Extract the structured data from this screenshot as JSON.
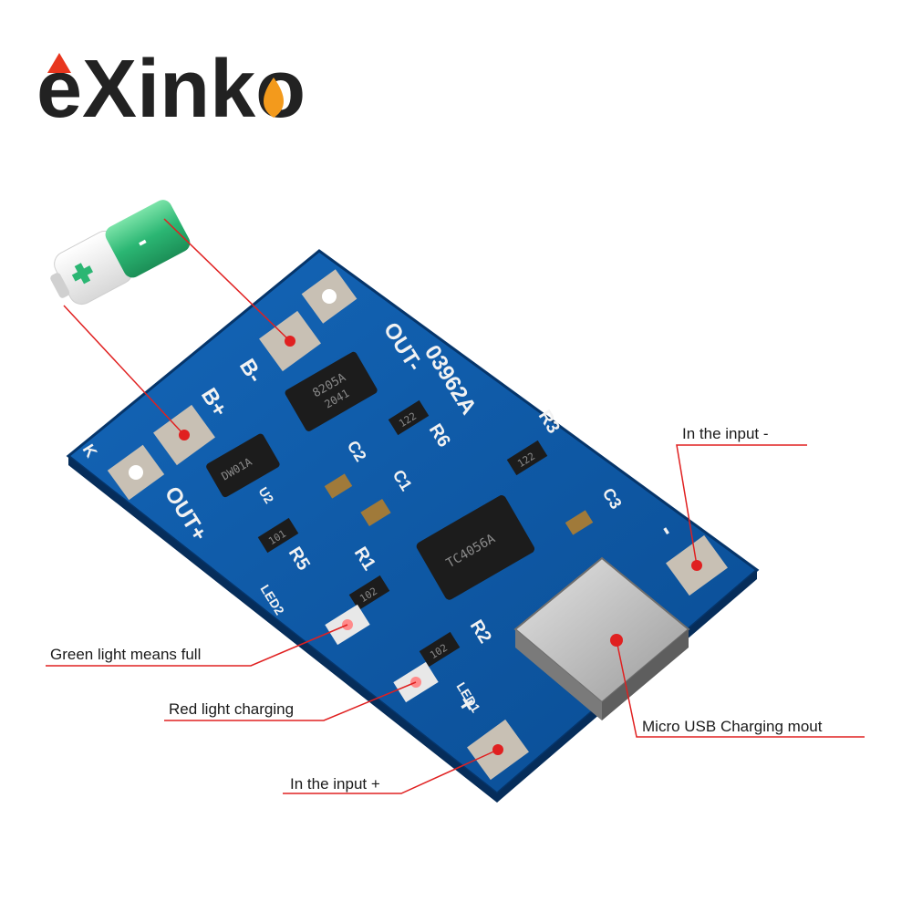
{
  "logo": {
    "text": "eXinko"
  },
  "board": {
    "pad_labels": {
      "out_minus": "OUT-",
      "b_minus": "B-",
      "b_plus": "B+",
      "out_plus": "OUT+",
      "k": "K",
      "input_minus": "-",
      "input_plus": "+"
    },
    "silk_main": "03962A",
    "components": {
      "r3": "R3",
      "r6": "R6",
      "r5": "R5",
      "r1": "R1",
      "r2": "R2",
      "c1": "C1",
      "c2": "C2",
      "c3": "C3",
      "u2": "U2",
      "led1": "LED1",
      "led2": "LED2"
    },
    "resistor_codes": {
      "r3": "122",
      "r6": "122",
      "r5": "101",
      "r1": "102",
      "r2": "102"
    },
    "chips": {
      "mosfet": "8205A",
      "mosfet_sub": "2041",
      "protector": "DW01A",
      "charger": "TC4056A"
    }
  },
  "battery": {
    "minus": "-",
    "plus": "+"
  },
  "callouts": {
    "input_minus": "In the input -",
    "green_light": "Green light means full",
    "red_light": "Red light charging",
    "usb": "Micro USB Charging mout",
    "input_plus": "In the input +"
  },
  "colors": {
    "board": "#0d5aa7",
    "board_dark": "#083f7a",
    "callout_line": "#e02020",
    "logo_red": "#e8361e",
    "logo_orange": "#f39a1c",
    "battery_green": "#2bb673"
  }
}
